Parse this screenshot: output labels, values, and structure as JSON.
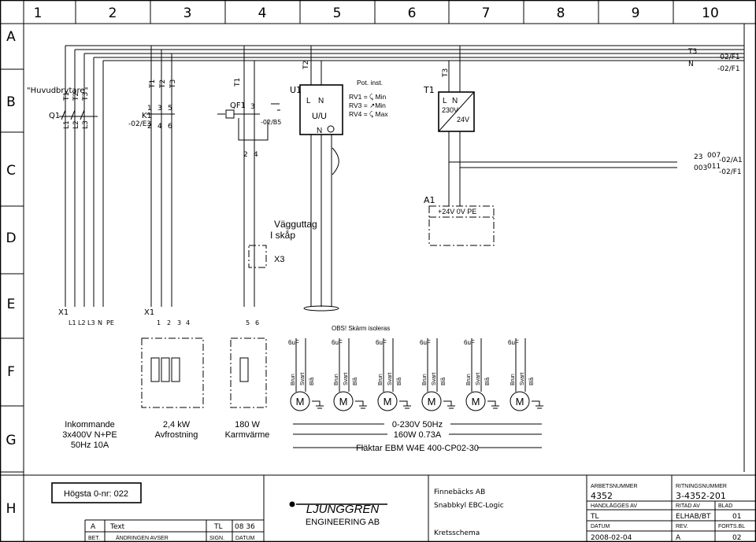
{
  "grid": {
    "columns": [
      "1",
      "2",
      "3",
      "4",
      "5",
      "6",
      "7",
      "8",
      "9",
      "10"
    ],
    "rows": [
      "A",
      "B",
      "C",
      "D",
      "E",
      "F",
      "G",
      "H"
    ]
  },
  "labels": {
    "huvudbrytare": "\"Huvudbrytare\"",
    "q1": "Q1",
    "k1": "K1",
    "k1_ref": "-02/E3",
    "qf1": "QF1",
    "qf1_ref": "-02/B5",
    "u1": "U1",
    "uu": "U/U",
    "pot_inst": "Pot. inst.",
    "rv1": "RV1 = ⤹ Min",
    "rv3": "RV3 = ↗Min",
    "rv4": "RV4 = ⤹ Max",
    "t1": "T1",
    "v230": "230V",
    "v24": "24V",
    "t3": "T3",
    "n": "N",
    "ref_f1_a": "-02/F1",
    "ref_f1_b": "-02/F1",
    "ref_a1": "-02/A1",
    "ref_f1_c": "-02/F1",
    "w007": "007",
    "w011": "011",
    "w23": "23",
    "w003": "003",
    "a1": "A1",
    "a1_terms": "+24V  0V  PE",
    "vagguttag": "Vägguttag",
    "iskap": "I skåp",
    "x3": "X3",
    "x1a": "X1",
    "x1b": "X1",
    "obs": "OBS! Skärm isoleras",
    "cap": "6uF",
    "motor": "M",
    "brun": "Brun",
    "svart": "Svart",
    "bla": "Blå"
  },
  "terminals_x1a": [
    "L1",
    "L2",
    "L3",
    "N",
    "PE"
  ],
  "terminals_x1b": [
    "1",
    "2",
    "3",
    "4",
    "5",
    "6"
  ],
  "descriptions": {
    "inkommande": [
      "Inkommande",
      "3x400V N+PE",
      "50Hz 10A"
    ],
    "avfrostning": [
      "2,4 kW",
      "Avfrostning"
    ],
    "karmvarme": [
      "180 W",
      "Karmvärme"
    ],
    "flaktar": [
      "0-230V  50Hz",
      "160W  0.73A",
      "Fläktar EBM W4E 400-CP02-30"
    ]
  },
  "title_block": {
    "hogsta": "Högsta 0-nr: 022",
    "rev_row": [
      "A",
      "Text",
      "TL",
      "08 36"
    ],
    "rev_headers": [
      "BET.",
      "ÄNDRINGEN AVSER",
      "SIGN.",
      "DATUM"
    ],
    "company": "LJUNGGREN",
    "company_sub": "ENGINEERING AB",
    "project1": "Finnebäcks AB",
    "project2": "Snabbkyl EBC-Logic",
    "doc_type": "Kretsschema",
    "arbetsnummer_label": "ARBETSNUMMER",
    "arbetsnummer": "4352",
    "ritningsnummer_label": "RITNINGSNUMMER",
    "ritningsnummer": "3-4352-201",
    "handlagges_label": "HANDLÄGGES AV",
    "handlagges": "TL",
    "ritad_label": "RITAD AV",
    "ritad": "ELHAB/BT",
    "blad_label": "BLAD",
    "blad": "01",
    "datum_label": "DATUM",
    "datum": "2008-02-04",
    "rev_label": "REV.",
    "rev": "A",
    "forts_label": "FORTS.BL",
    "forts": "02"
  }
}
